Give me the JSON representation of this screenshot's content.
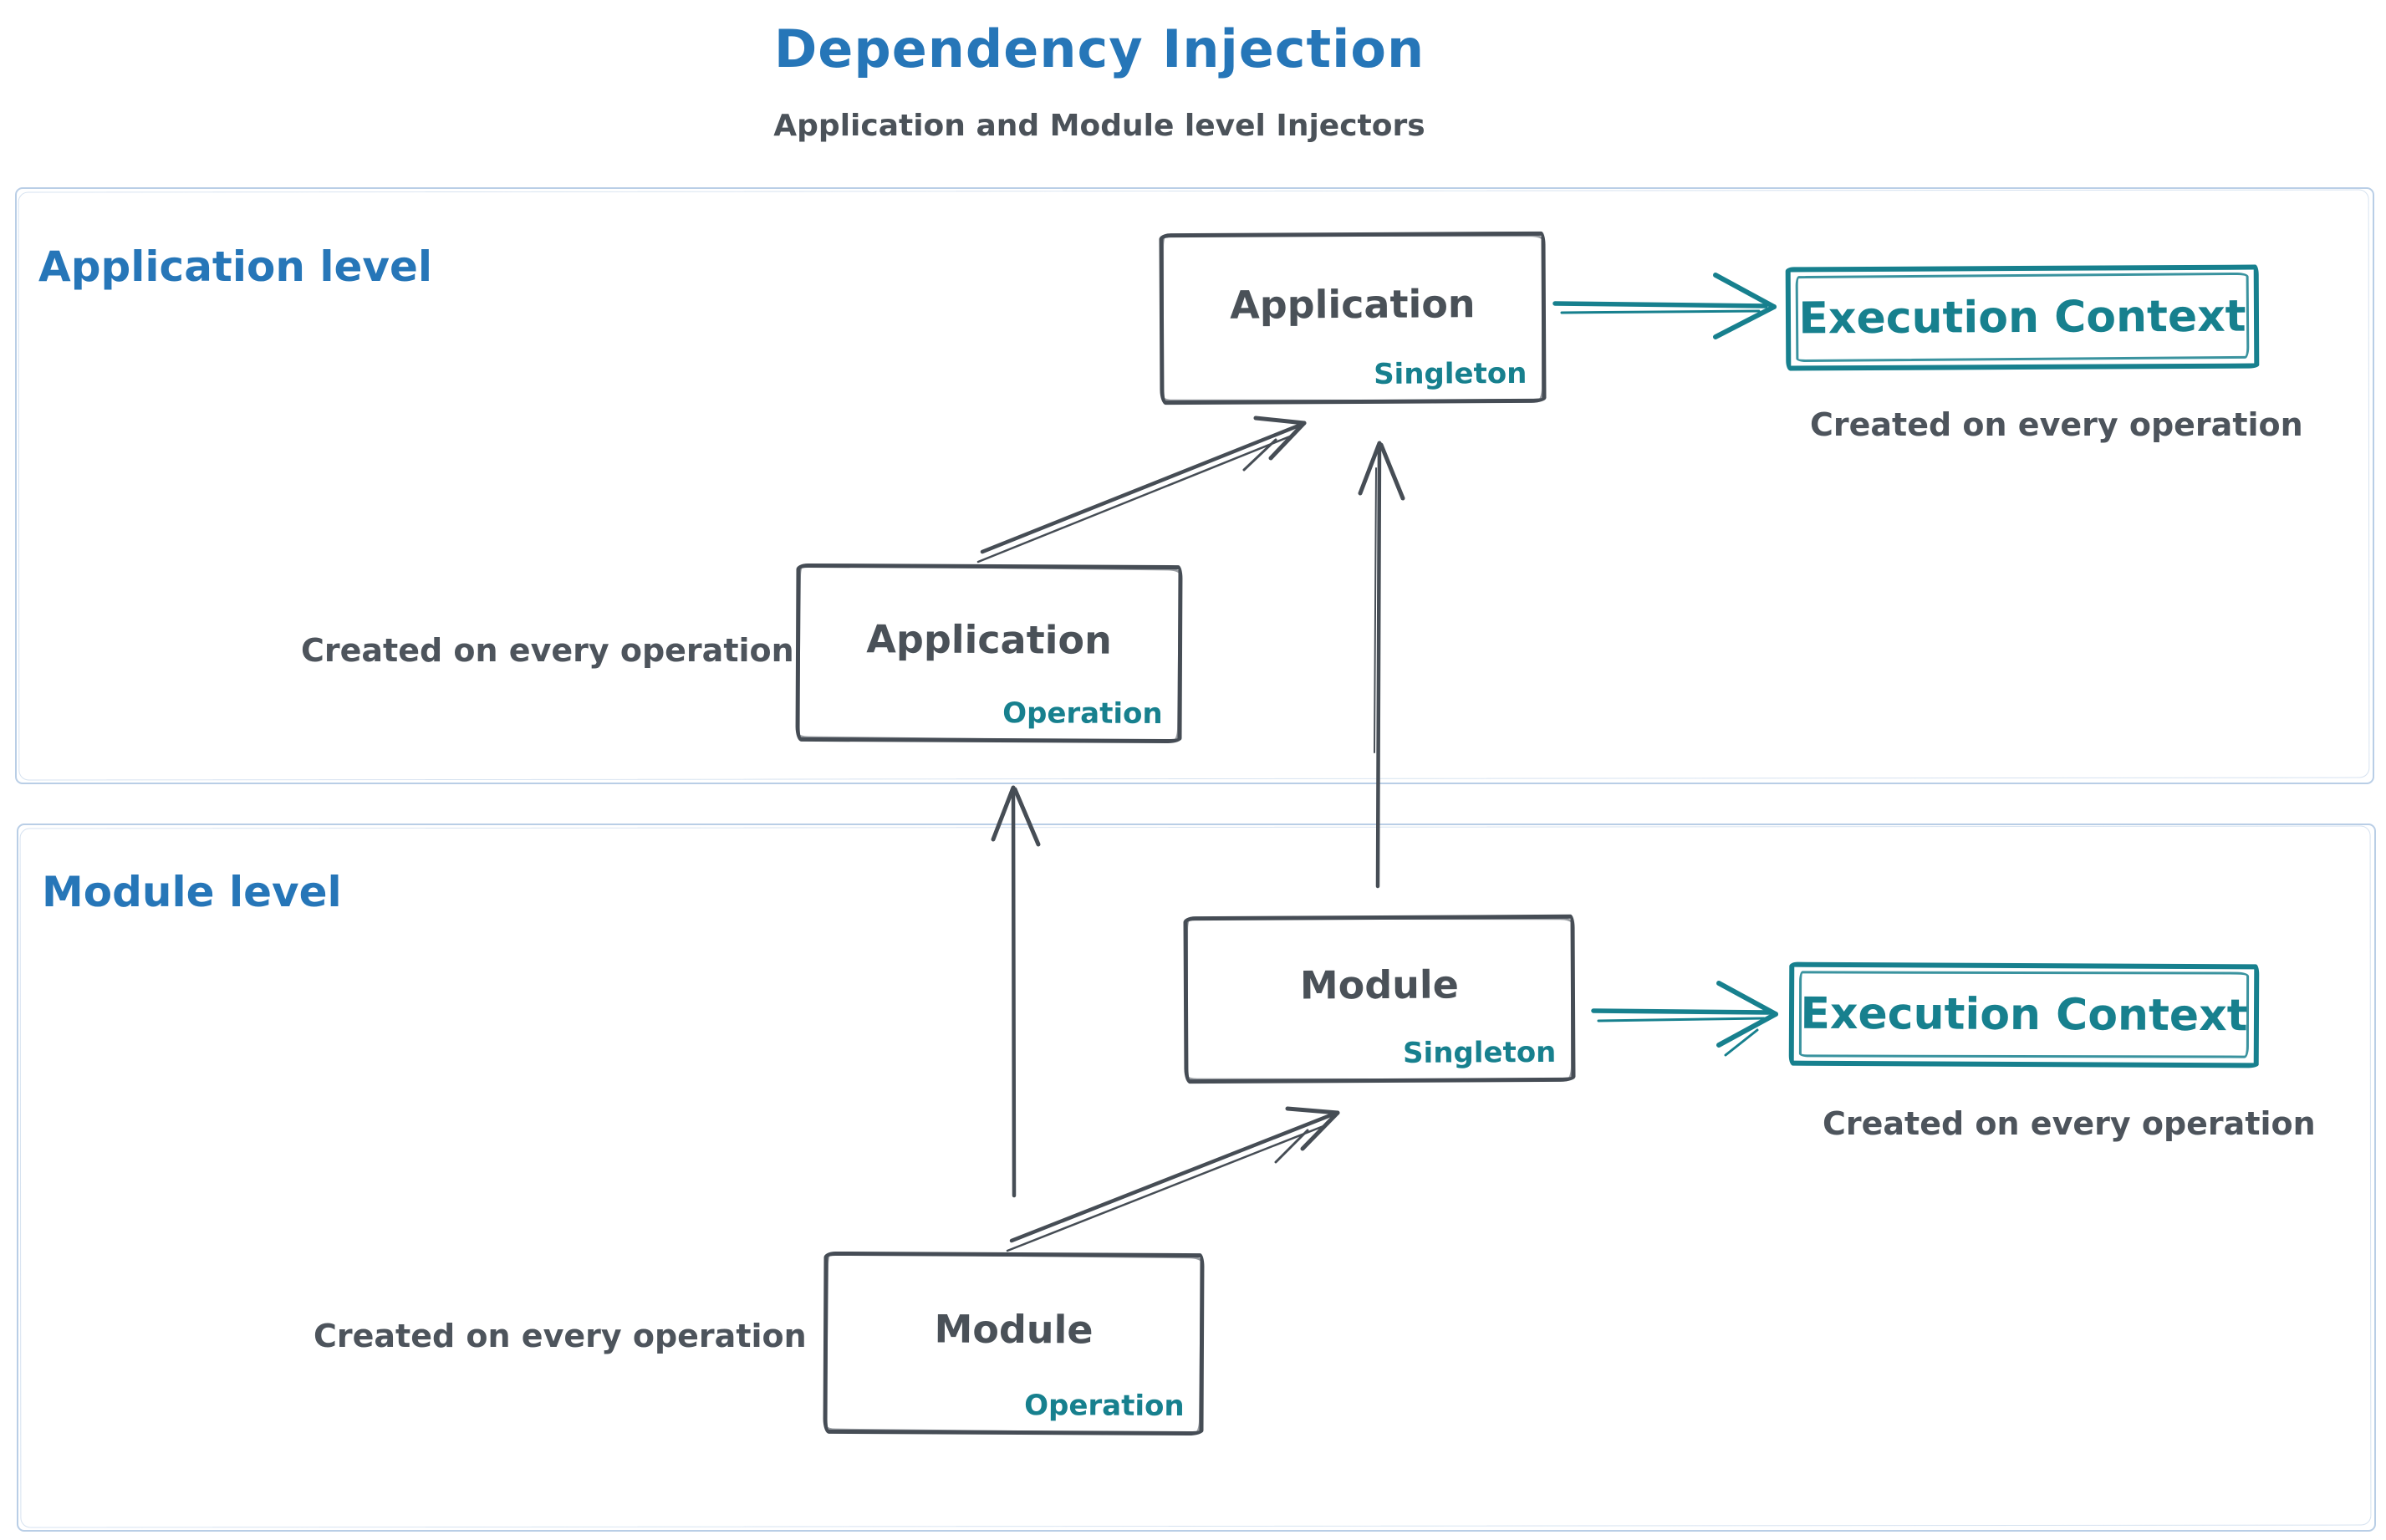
{
  "title": "Dependency Injection",
  "subtitle": "Application and Module level Injectors",
  "colors": {
    "accent_blue": "#2676b8",
    "ink_dark": "#4a5158",
    "teal": "#17808e",
    "frame_blue": "#b9cee6"
  },
  "sections": {
    "application": {
      "label": "Application level"
    },
    "module": {
      "label": "Module level"
    }
  },
  "nodes": {
    "app_singleton": {
      "title": "Application",
      "subtitle": "Singleton"
    },
    "app_operation": {
      "title": "Application",
      "subtitle": "Operation"
    },
    "module_singleton": {
      "title": "Module",
      "subtitle": "Singleton"
    },
    "module_operation": {
      "title": "Module",
      "subtitle": "Operation"
    },
    "ec_application": {
      "label": "Execution Context"
    },
    "ec_module": {
      "label": "Execution Context"
    }
  },
  "captions": {
    "app_operation_note": "Created on every operation",
    "ec_application_note": "Created on every operation",
    "module_operation_note": "Created on every operation",
    "ec_module_note": "Created on every operation"
  }
}
